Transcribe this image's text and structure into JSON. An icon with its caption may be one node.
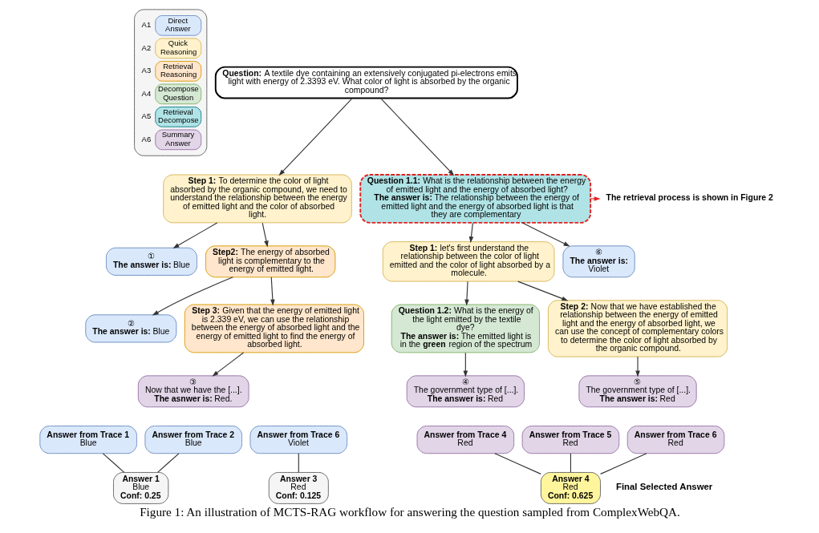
{
  "diagram": {
    "caption": "Figure 1: An illustration of MCTS-RAG workflow for answering the question sampled from ComplexWebQA.",
    "nodes": [
      {
        "text": [
          "**Question:** A textile dye containing an extensively conjugated pi-electrons emits light with energy of 2.3393 eV. What color of light is absorbed by the organic compound?"
        ]
      },
      {
        "text": [
          "**Step 1:** To determine the color of light absorbed by the organic compound, we need to understand the relationship between the energy of emitted light and the color of absorbed light."
        ]
      },
      {
        "text": [
          "**Question 1.1:** What is the relationship between the energy of emitted light and the energy of absorbed light?",
          "**The answer is:** The relationship between the energy of emitted light and the energy of absorbed light is that they are complementary"
        ]
      },
      {
        "text": [
          "①",
          "**The answer is:** Blue"
        ]
      },
      {
        "text": [
          "**Step2:** The energy of absorbed light is complementary to the energy of emitted light."
        ]
      },
      {
        "text": [
          "**Step 1:** let's first understand the relationship between the color of light emitted and the color of light absorbed by a molecule."
        ]
      },
      {
        "text": [
          "⑥",
          "**The answer is:** Violet"
        ]
      },
      {
        "text": [
          "②",
          "**The answer is:** Blue"
        ]
      },
      {
        "text": [
          "**Step 3:** Given that the energy of emitted light is 2.339 eV, we can use the relationship between the energy of absorbed light and the energy of emitted light to find the energy of absorbed light."
        ]
      },
      {
        "text": [
          "**Question 1.2:** What is the energy of the light emitted by the textile dye?",
          "**The answer is:** The emitted light is in the **green** region of the spectrum"
        ]
      },
      {
        "text": [
          "**Step 2:** Now that we have established the relationship between the energy of emitted light and the energy of absorbed light, we can use the concept of complementary colors to determine the color of light absorbed by the organic compound."
        ]
      },
      {
        "text": [
          "③",
          "Now that we have the [...].",
          "**The asnwer is:** Red."
        ]
      },
      {
        "text": [
          "④",
          "The government type of [...].",
          "**The answer is:** Red"
        ]
      },
      {
        "text": [
          "⑤",
          "The government type of [...].",
          "**The answer is:** Red"
        ]
      },
      {
        "text": [
          "Answer from Trace 1",
          "Blue"
        ]
      },
      {
        "text": [
          "Answer from Trace 2",
          "Blue"
        ]
      },
      {
        "text": [
          "Answer from Trace 6",
          "Violet"
        ]
      },
      {
        "text": [
          "Answer from Trace 4",
          "Red"
        ]
      },
      {
        "text": [
          "Answer from Trace 5",
          "Red"
        ]
      },
      {
        "text": [
          "Answer from Trace 6",
          "Red"
        ]
      },
      {
        "text": [
          "Answer 1",
          "Blue",
          "Conf: 0.25"
        ]
      },
      {
        "text": [
          "Answer 3",
          "Red",
          "Conf: 0.125"
        ]
      },
      {
        "text": [
          "Answer 4",
          "Red",
          "Conf: 0.625"
        ],
        "beside": [
          "Final Selected Answer"
        ]
      },
      {
        "text": [
          "The retrieval process is shown in Figure 2"
        ]
      }
    ],
    "edges": [
      {
        "from": 0,
        "to": 1,
        "arrow": "to"
      },
      {
        "from": 0,
        "to": 2,
        "arrow": "to"
      },
      {
        "from": 1,
        "to": 3,
        "arrow": "to"
      },
      {
        "from": 1,
        "to": 4,
        "arrow": "to"
      },
      {
        "from": 2,
        "to": 5,
        "arrow": "to"
      },
      {
        "from": 2,
        "to": 6,
        "arrow": "to"
      },
      {
        "from": 2,
        "to": 23,
        "arrow": "to",
        "style": "dashed",
        "color": "#e02020"
      },
      {
        "from": 4,
        "to": 7,
        "arrow": "to"
      },
      {
        "from": 4,
        "to": 8,
        "arrow": "to"
      },
      {
        "from": 5,
        "to": 9,
        "arrow": "to"
      },
      {
        "from": 5,
        "to": 10,
        "arrow": "to"
      },
      {
        "from": 8,
        "to": 11,
        "arrow": "to"
      },
      {
        "from": 9,
        "to": 12,
        "arrow": "to"
      },
      {
        "from": 10,
        "to": 13,
        "arrow": "to"
      },
      {
        "from": 14,
        "to": 20,
        "arrow": "none"
      },
      {
        "from": 15,
        "to": 20,
        "arrow": "none"
      },
      {
        "from": 16,
        "to": 21,
        "arrow": "none"
      },
      {
        "from": 17,
        "to": 22,
        "arrow": "none"
      },
      {
        "from": 18,
        "to": 22,
        "arrow": "none"
      },
      {
        "from": 19,
        "to": 22,
        "arrow": "none"
      }
    ],
    "labels": [
      "A1",
      "A2",
      "A3",
      "A4",
      "A5",
      "A6"
    ],
    "legend": [
      {
        "text": "Direct Answer",
        "color": "#dae8fc"
      },
      {
        "text": "Quick Reasoning",
        "color": "#fff2cc"
      },
      {
        "text": "Retrieval Reasoning",
        "color": "#ffe6cc"
      },
      {
        "text": "Decompose Question",
        "color": "#d5e8d4"
      },
      {
        "text": "Retrieval Decompose",
        "color": "#b0e3e6"
      },
      {
        "text": "Summary Answer",
        "color": "#e1d5e7"
      }
    ]
  }
}
